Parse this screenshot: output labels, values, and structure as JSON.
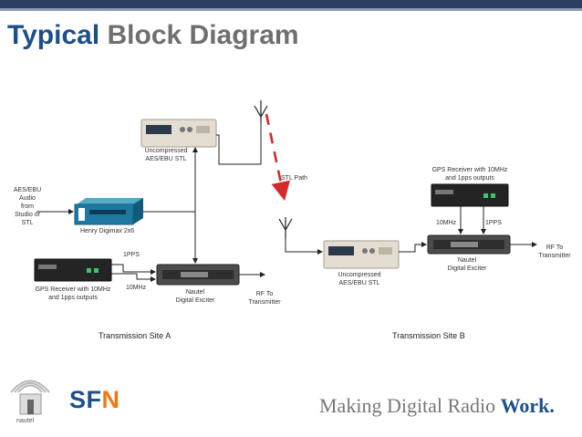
{
  "title": {
    "emphasis": "Typical",
    "rest": "Block Diagram"
  },
  "site_a": {
    "label": "Transmission Site A",
    "aes_label": "AES/EBU\nAudio from\nStudio or STL",
    "digimax_label": "Henry Digimax 2x6",
    "stl_label": "Uncompressed\nAES/EBU STL",
    "gps_label": "GPS Receiver with 10MHz\nand 1pps outputs",
    "pps_label": "1PPS",
    "mhz_label": "10MHz",
    "exciter_label": "Nautel\nDigital Exciter",
    "rf_label": "RF To\nTransmitter"
  },
  "site_b": {
    "label": "Transmission Site B",
    "stl_path_label": "STL Path",
    "gps_label": "GPS Receiver with 10MHz\nand 1pps outputs",
    "mhz_label": "10MHz",
    "pps_label": "1PPS",
    "exciter_label": "Nautel\nDigital Exciter",
    "stl_label": "Uncompressed\nAES/EBU STL",
    "rf_label": "RF To\nTransmitter"
  },
  "footer": {
    "sfn_s": "SF",
    "sfn_n": "N",
    "tagline_main": "Making Digital Radio ",
    "tagline_bold": "Work.",
    "logo_text": "nautel"
  },
  "colors": {
    "title_blue": "#1d4f8c",
    "stl_path_red": "#d42a2a",
    "sfn_orange": "#f07a10"
  }
}
